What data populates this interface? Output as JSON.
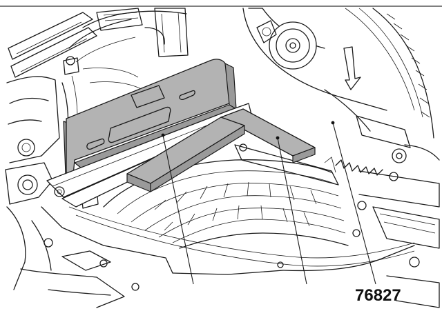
{
  "figure": {
    "part_number": "76827",
    "callouts": [
      {
        "id": "fence-callout"
      },
      {
        "id": "square-callout"
      },
      {
        "id": "table-callout"
      }
    ]
  }
}
